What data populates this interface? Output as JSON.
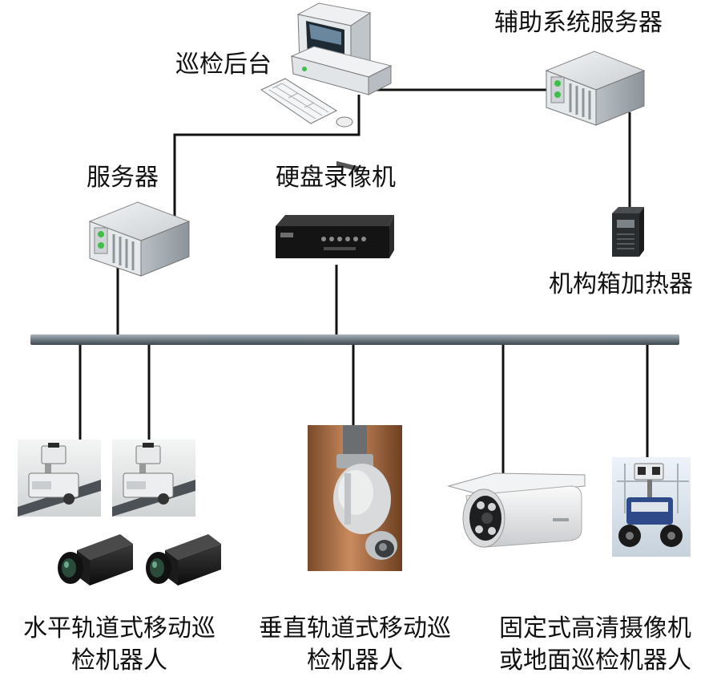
{
  "labels": {
    "patrol_console": "巡检后台",
    "aux_server": "辅助系统服务器",
    "server": "服务器",
    "nvr": "硬盘录像机",
    "cabinet_heater": "机构箱加热器",
    "horizontal_robot_line1": "水平轨道式移动巡",
    "horizontal_robot_line2": "检机器人",
    "vertical_robot_line1": "垂直轨道式移动巡",
    "vertical_robot_line2": "检机器人",
    "fixed_camera_line1": "固定式高清摄像机",
    "fixed_camera_line2": "或地面巡检机器人"
  },
  "icons": {
    "workstation": "computer-workstation-icon",
    "server": "rack-server-icon",
    "nvr": "dvr-recorder-icon",
    "heater": "heater-icon",
    "rail_robot": "rail-robot-icon",
    "thermal_camera": "thermal-camera-icon",
    "vertical_robot": "vertical-robot-icon",
    "bullet_camera": "bullet-camera-icon",
    "ground_robot": "ground-robot-icon"
  },
  "colors": {
    "line": "#111111",
    "bus": "#6f7a84",
    "server_body": "#d9dde0",
    "led_green": "#3fbf4a"
  }
}
